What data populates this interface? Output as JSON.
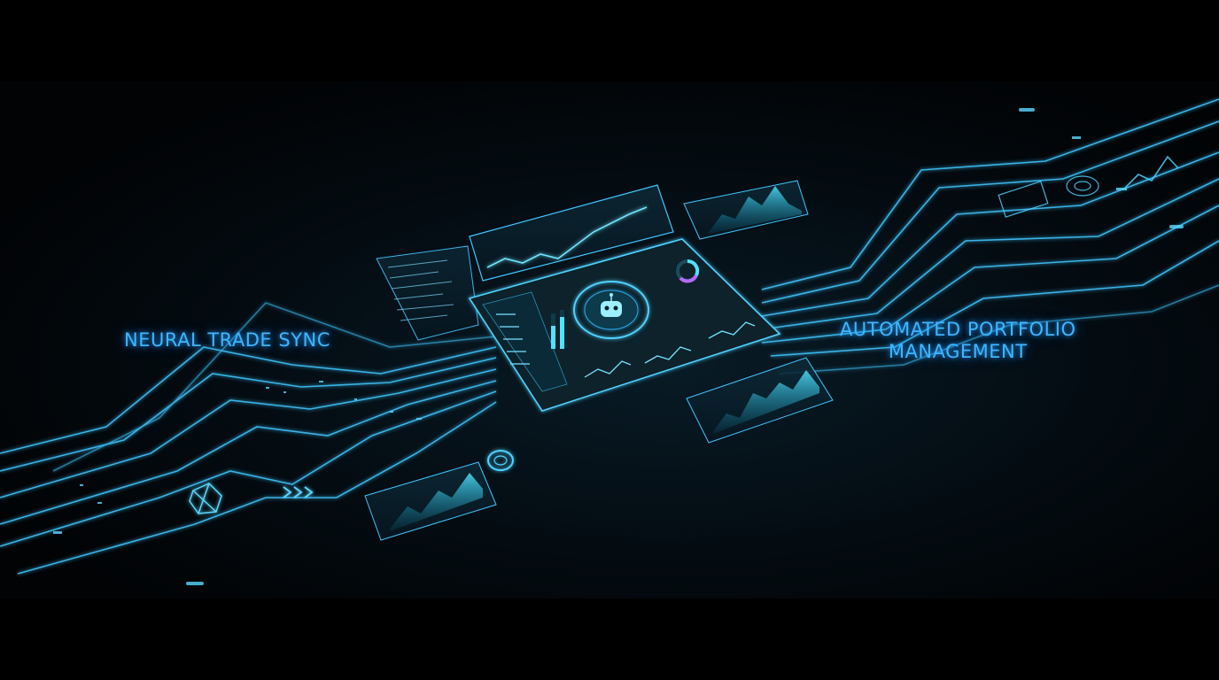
{
  "captions": {
    "left": "NEURAL TRADE SYNC",
    "right_line1": "AUTOMATED PORTFOLIO",
    "right_line2": "MANAGEMENT"
  },
  "dashboard": {
    "title": "Dashboard"
  },
  "colors": {
    "accent": "#3fb6ff",
    "glow": "#2aa8e8",
    "background": "#000000"
  },
  "icons": [
    "robot-icon",
    "donut-gauge-icon",
    "polyhedron-icon",
    "chevrons-icon",
    "ring-gauge-icon"
  ]
}
